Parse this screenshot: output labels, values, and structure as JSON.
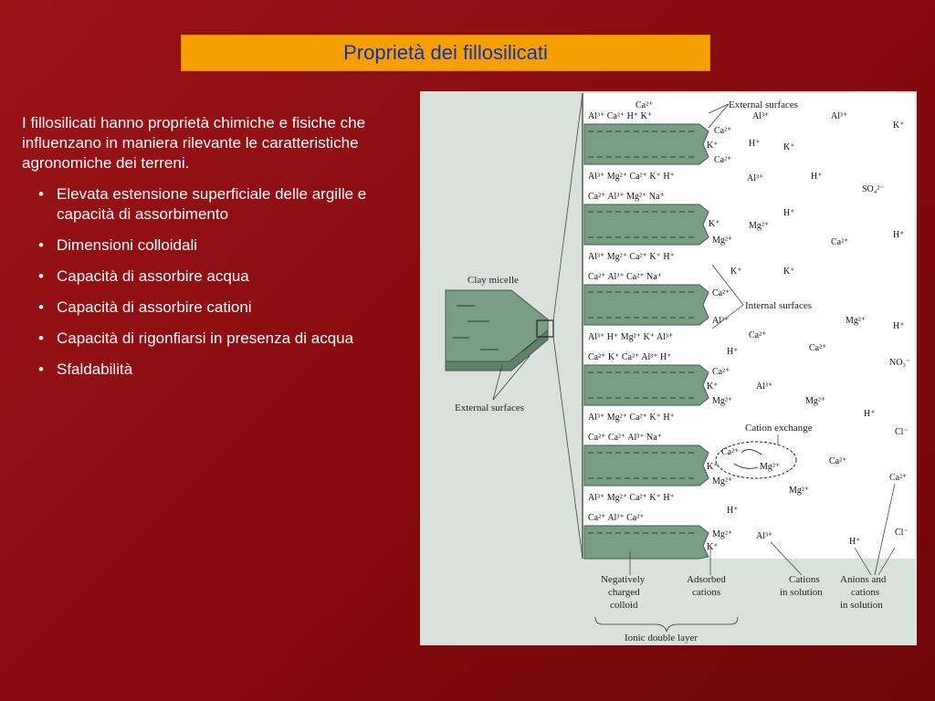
{
  "slide": {
    "title": "Proprietà dei fillosilicati",
    "intro": "I fillosilicati hanno proprietà chimiche e fisiche che influenzano in maniera rilevante le caratteristiche agronomiche dei terreni.",
    "bullet_char": "•",
    "bullets": [
      "Elevata estensione superficiale delle argille e capacità di assorbimento",
      "Dimensioni colloidali",
      "Capacità di assorbire acqua",
      "Capacità di assorbire cationi",
      "Capacità di rigonfiarsi in presenza di acqua",
      "Sfaldabilità"
    ]
  },
  "figure": {
    "labels": {
      "clay_micelle": "Clay micelle",
      "external_surfaces_left": "External surfaces",
      "external_surfaces_top": "External surfaces",
      "internal_surfaces": "Internal surfaces",
      "cation_exchange": "Cation exchange",
      "neg_charged_1": "Negatively",
      "neg_charged_2": "charged",
      "neg_charged_3": "colloid",
      "adsorbed_1": "Adsorbed",
      "adsorbed_2": "cations",
      "cations_solution_1": "Cations",
      "cations_solution_2": "in solution",
      "anions_1": "Anions and",
      "anions_2": "cations",
      "anions_3": "in solution",
      "ionic_double_layer": "Ionic double layer"
    },
    "ions": {
      "r1a": "Ca²⁺",
      "r1b": "Al³⁺  Ca²⁺        H⁺   K⁺",
      "r2a": "Al³⁺  Mg²⁺  Ca²⁺   K⁺   H⁺",
      "r2b": "Ca²⁺        Al³⁺  Mg²⁺  Na⁺",
      "r3a": "Al³⁺  Mg²⁺  Ca²⁺   K⁺   H⁺",
      "r3b": "Ca²⁺        Al³⁺  Ca²⁺  Na⁺",
      "r4a": "Al³⁺  H⁺   Mg²⁺  K⁺   Al³⁺",
      "r4b": "Ca²⁺  K⁺   Ca²⁺  Al³⁺  H⁺",
      "r5a": "Al³⁺  Mg²⁺  Ca²⁺   K⁺   H⁺",
      "r5b": "Ca²⁺        Ca²⁺  Al³⁺  Na⁺",
      "r6a": "Al³⁺  Mg²⁺  Ca²⁺   K⁺   H⁺",
      "r6b": "Ca²⁺        Al³⁺  Ca²⁺",
      "e1": "Ca²⁺",
      "e2": "K⁺",
      "e3": "Ca²⁺",
      "e4": "K⁺",
      "e5": "Mg²⁺",
      "e6": "Ca²⁺",
      "e7": "Al³⁺",
      "e8": "K⁺",
      "e9": "Mg²⁺",
      "e10": "Ca²⁺",
      "e11": "K⁺",
      "e12": "Mg²⁺",
      "e13": "Mg²⁺",
      "e14": "K⁺",
      "ex_ca": "Ca²⁺",
      "ex_mg": "Mg²⁺",
      "s1": "Al³⁺",
      "s2": "Al³⁺",
      "s3": "K⁺",
      "s4": "H⁺",
      "s5": "K⁺",
      "s6": "Al³⁺",
      "s7": "H⁺",
      "s8": "SO₄²⁻",
      "s9": "H⁺",
      "s10": "Mg²⁺",
      "s11": "Ca²⁺",
      "s12": "H⁺",
      "s13": "K⁺",
      "s14": "K⁺",
      "s15": "Mg²⁺",
      "s16": "Ca²⁺",
      "s17": "H⁺",
      "s18": "Ca²⁺",
      "s19": "NO₃⁻",
      "s20": "H⁺",
      "s21": "Al³⁺",
      "s22": "Mg²⁺",
      "s23": "H⁺",
      "s24": "Cl⁻",
      "s25": "Ca²⁺",
      "s26": "Mg²⁺",
      "s27": "Ca²⁺",
      "s28": "H⁺",
      "s29": "Al³⁺",
      "s30": "H⁺",
      "s31": "Cl⁻"
    },
    "colors": {
      "layer": "#7a9e84",
      "layer_edge": "#3d5c46",
      "background": "#d9e2da",
      "panel": "#ffffff"
    }
  }
}
